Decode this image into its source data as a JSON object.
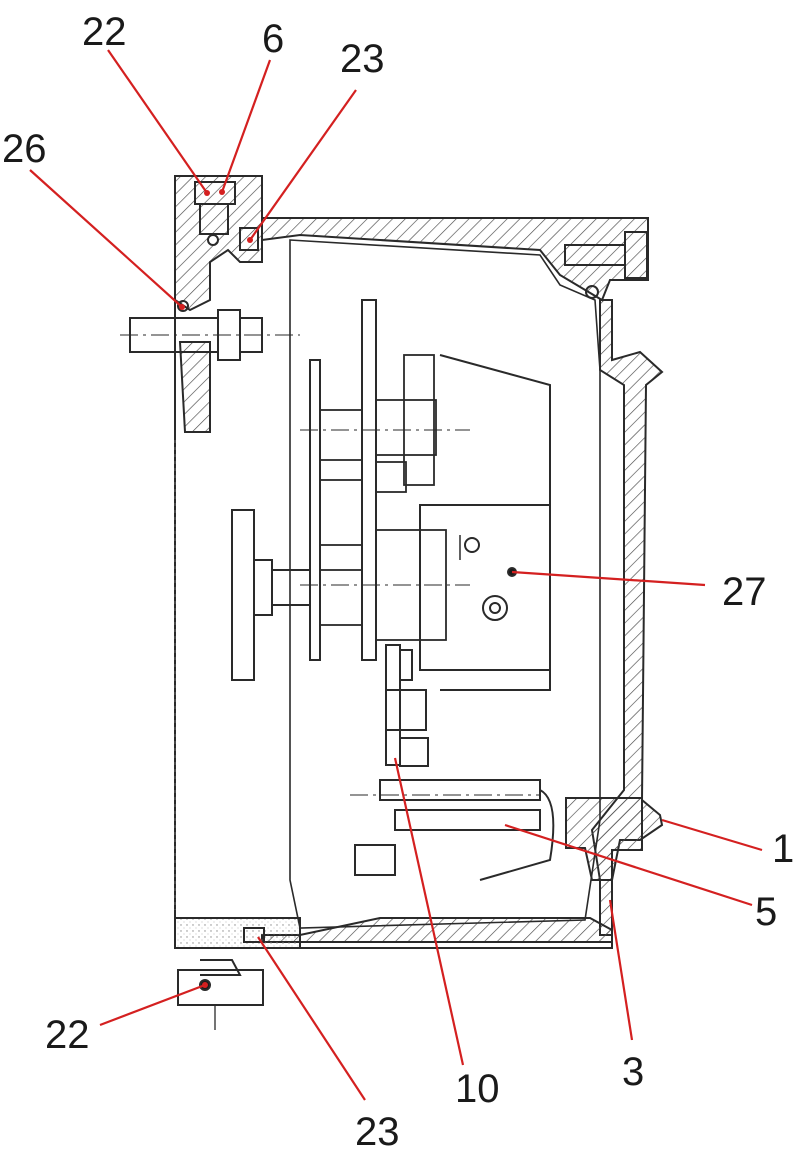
{
  "figure": {
    "callouts": {
      "label_22_top": "22",
      "label_6": "6",
      "label_23_top": "23",
      "label_26": "26",
      "label_27": "27",
      "label_1": "1",
      "label_5": "5",
      "label_3": "3",
      "label_22_bottom": "22",
      "label_10": "10",
      "label_23_bottom": "23"
    },
    "colors": {
      "leader_line": "#d42020",
      "drawing_ink": "#2a2a2a",
      "hatch": "#4a4a4a",
      "paper": "#ffffff"
    }
  }
}
